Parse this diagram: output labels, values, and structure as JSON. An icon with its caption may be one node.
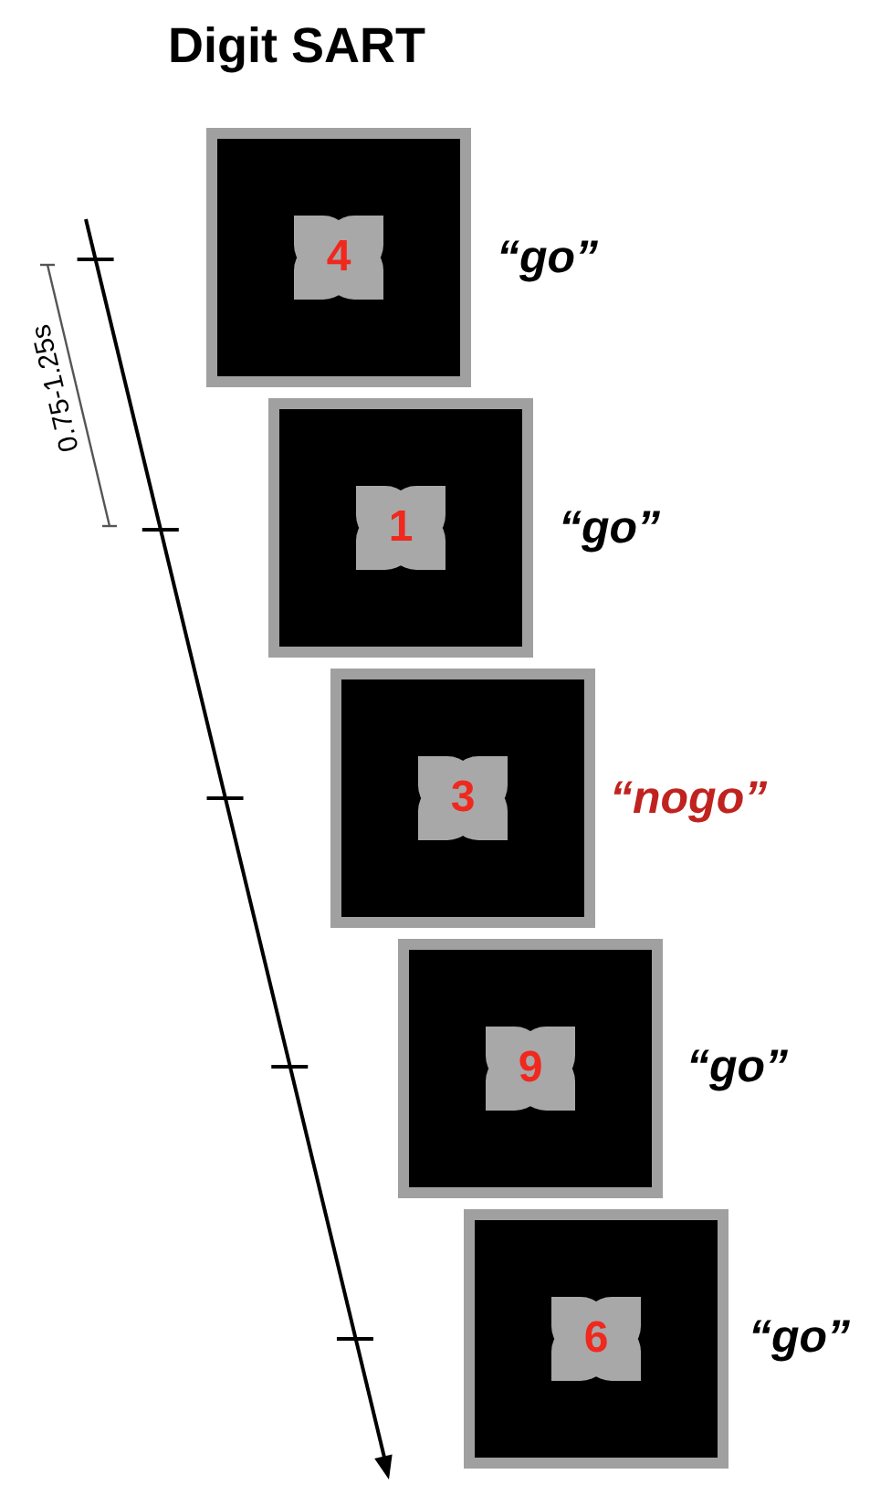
{
  "diagram": {
    "title": "Digit SART",
    "nodes": [
      {
        "text": [
          "4"
        ],
        "beside": [
          "“go”"
        ]
      },
      {
        "text": [
          "1"
        ],
        "beside": [
          "“go”"
        ]
      },
      {
        "text": [
          "3"
        ],
        "beside": [
          "“nogo”"
        ]
      },
      {
        "text": [
          "9"
        ],
        "beside": [
          "“go”"
        ]
      },
      {
        "text": [
          "6"
        ],
        "beside": [
          "“go”"
        ]
      }
    ],
    "edges": [],
    "labels": [
      "0.75-1.25s"
    ]
  }
}
